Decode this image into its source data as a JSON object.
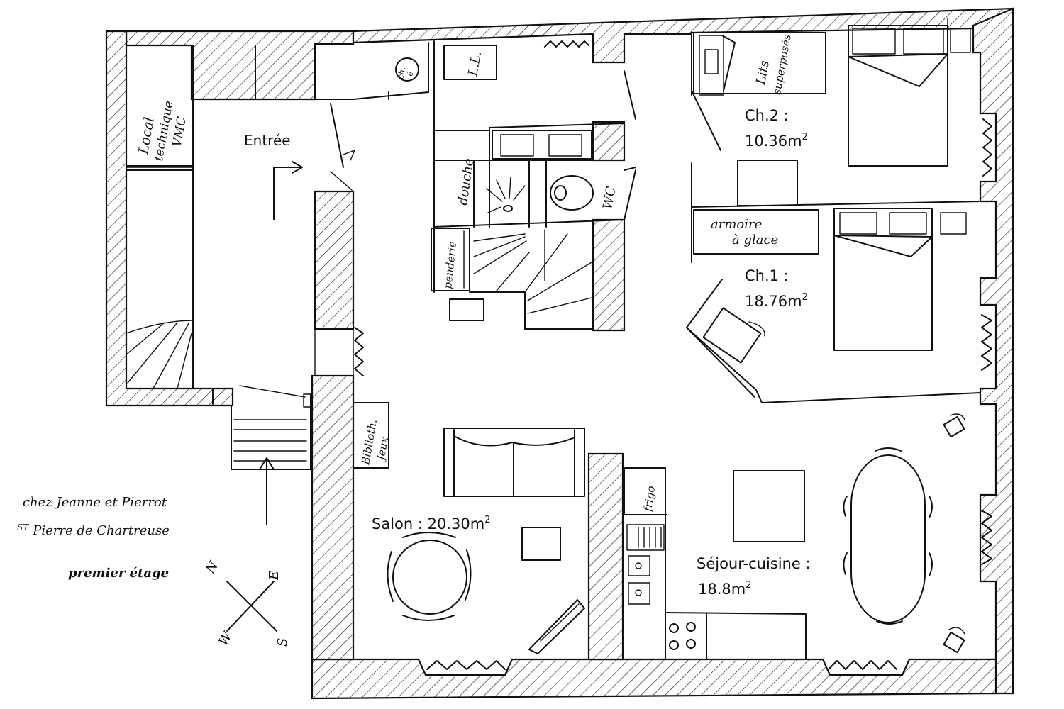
{
  "rooms": {
    "entree": "Entrée",
    "local_technique": {
      "line1": "Local",
      "line2": "technique",
      "line3": "VMC"
    },
    "chauffe_eau": {
      "line1": "ch.",
      "line2": "é"
    },
    "ll": "L.L.",
    "douche": "douche",
    "wc": "WC",
    "penderie": "penderie",
    "lits_superposes": {
      "line1": "Lits",
      "line2": "superposés"
    },
    "ch2": {
      "name": "Ch.2 :",
      "area": "10.36m",
      "sup": "2"
    },
    "armoire": {
      "line1": "armoire",
      "line2": "à glace"
    },
    "ch1": {
      "name": "Ch.1 :",
      "area": "18.76m",
      "sup": "2"
    },
    "biblio": {
      "line1": "Biblioth.",
      "line2": "Jeux"
    },
    "salon": {
      "name": "Salon :  20.30m",
      "sup": "2"
    },
    "frigo": "frigo",
    "sejour": {
      "name": "Séjour-cuisine :",
      "area": "18.8m",
      "sup": "2"
    }
  },
  "caption": {
    "line1": "chez Jeanne et Pierrot",
    "line2_sup": "ST",
    "line2": "Pierre de Chartreuse",
    "line3": "premier étage"
  },
  "compass": {
    "n": "N",
    "e": "E",
    "s": "S",
    "w": "W"
  }
}
